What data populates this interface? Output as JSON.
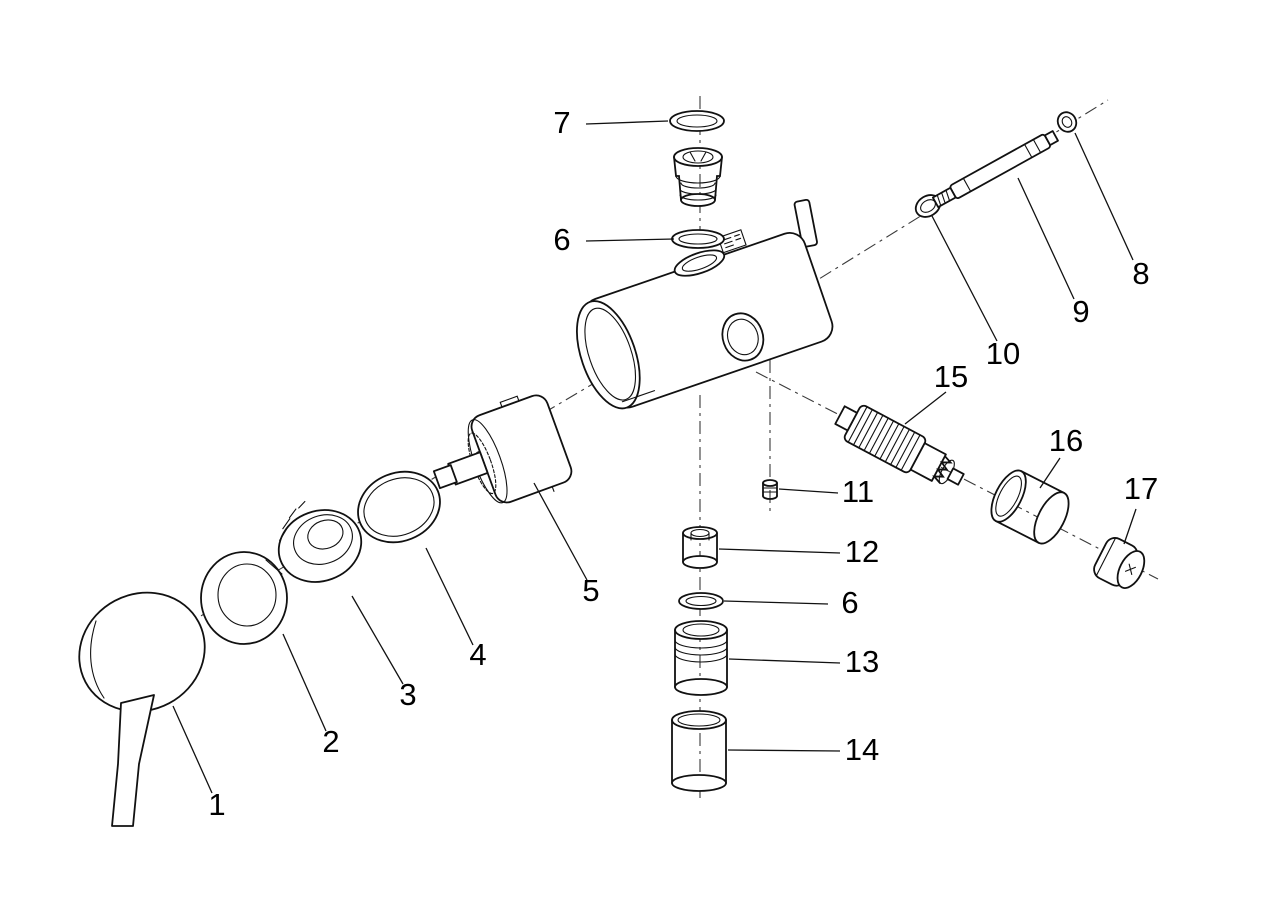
{
  "figure": {
    "kind": "exploded-parts-diagram",
    "line_color": "#111111",
    "background": "#ffffff"
  },
  "labels": [
    {
      "id": "label-7",
      "text": "7"
    },
    {
      "id": "label-6-top",
      "text": "6"
    },
    {
      "id": "label-8",
      "text": "8"
    },
    {
      "id": "label-9",
      "text": "9"
    },
    {
      "id": "label-10",
      "text": "10"
    },
    {
      "id": "label-15",
      "text": "15"
    },
    {
      "id": "label-16",
      "text": "16"
    },
    {
      "id": "label-17",
      "text": "17"
    },
    {
      "id": "label-11",
      "text": "11"
    },
    {
      "id": "label-12",
      "text": "12"
    },
    {
      "id": "label-6-mid",
      "text": "6"
    },
    {
      "id": "label-13",
      "text": "13"
    },
    {
      "id": "label-14",
      "text": "14"
    },
    {
      "id": "label-5",
      "text": "5"
    },
    {
      "id": "label-4",
      "text": "4"
    },
    {
      "id": "label-3",
      "text": "3"
    },
    {
      "id": "label-2",
      "text": "2"
    },
    {
      "id": "label-1",
      "text": "1"
    }
  ]
}
